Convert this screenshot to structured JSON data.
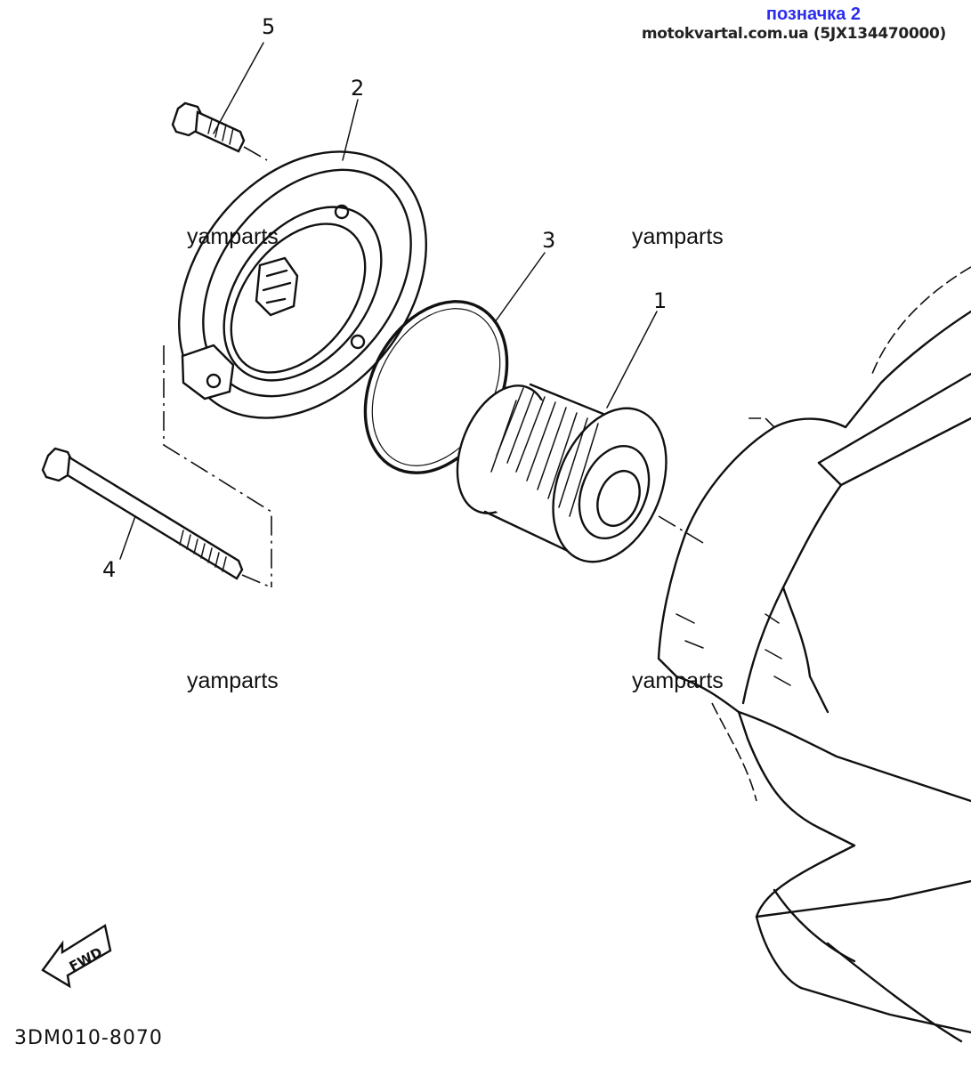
{
  "header": {
    "title": "позначка 2",
    "subtitle": "motokvartal.com.ua (5JX134470000)"
  },
  "callouts": {
    "n1": "1",
    "n2": "2",
    "n3": "3",
    "n4": "4",
    "n5": "5"
  },
  "watermarks": [
    "yamparts",
    "yamparts",
    "yamparts",
    "yamparts"
  ],
  "fwd_label": "FWD",
  "diagram_code": "3DM010-8070"
}
